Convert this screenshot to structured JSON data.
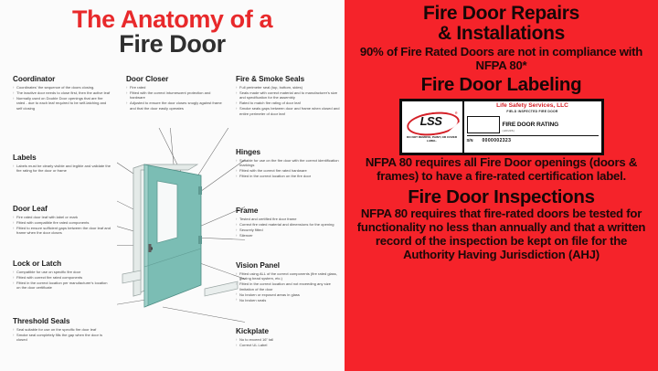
{
  "left": {
    "title": {
      "line1": "The Anatomy of a",
      "line2": "Fire Door"
    },
    "accent_red": "#e8292b",
    "dark": "#2f2f2f",
    "blocks": [
      {
        "id": "coordinator",
        "heading": "Coordinator",
        "items": [
          "Coordinates' the sequence of the doors closing.",
          "The inactive door needs to close first, then the active leaf",
          "Normally used on Double Door openings that are fire rated - due to each leaf required to be self-latching and self closing"
        ]
      },
      {
        "id": "labels",
        "heading": "Labels",
        "items": [
          "Labels must be clearly visible and legible and validate the fire rating for the door or frame"
        ]
      },
      {
        "id": "door-leaf",
        "heading": "Door Leaf",
        "items": [
          "Fire rated door leaf with label or mark",
          "Fitted with compatible fire rated components",
          "Fitted to ensure sufficient gaps between the door leaf and frame when the door closes"
        ]
      },
      {
        "id": "lock-or-latch",
        "heading": "Lock or Latch",
        "items": [
          "Compatible for use on specific fire door",
          "Fitted with correct fire rated components",
          "Fitted in the correct location per manufacturer's location on the door certificate"
        ]
      },
      {
        "id": "threshold-seals",
        "heading": "Threshold Seals",
        "items": [
          "Seal suitable for use on the specific fire door leaf",
          "Smoke seal completely fills the gap when the door is closed"
        ]
      },
      {
        "id": "door-closer",
        "heading": "Door Closer",
        "items": [
          "Fire rated",
          "Fitted with the correct intumescent protection and hardware",
          "Adjusted to ensure the door closes snugly against frame and that the door easily operates"
        ]
      },
      {
        "id": "fire-smoke-seals",
        "heading": "Fire & Smoke Seals",
        "items": [
          "Full perimeter seal (top, bottom, sides)",
          "Seals made with correct material and to manufacturer's size and specification for the assembly",
          "Rated to match fire rating of door leaf",
          "Smoke seals gaps between door and frame when closed and entire perimeter of door leaf"
        ]
      },
      {
        "id": "hinges",
        "heading": "Hinges",
        "items": [
          "Suitable for use on the fire door with the correct identification markings",
          "Fitted with the correct fire rated hardware",
          "Fitted in the correct location on the fire door"
        ]
      },
      {
        "id": "frame",
        "heading": "Frame",
        "items": [
          "Tested and certified fire door frame",
          "Correct fire rated material and dimensions for the opening",
          "Securely fitted",
          "Silencer"
        ]
      },
      {
        "id": "vision-panel",
        "heading": "Vision Panel",
        "items": [
          "Fitted using ALL of the correct components (fire rated glass, glazing bead system, etc.)",
          "Fitted in the correct location and not exceeding any size limitation of the door",
          "No broken or exposed areas in glass",
          "No broken seals"
        ]
      },
      {
        "id": "kickplate",
        "heading": "Kickplate",
        "items": [
          "No to exceed 16\" tall",
          "Correct UL Label"
        ]
      }
    ],
    "diagram": {
      "door_color": "#7bbdb4",
      "frame_color": "#e4eae8",
      "glass_color": "#f7f9f9"
    }
  },
  "right": {
    "background": "#f5232a",
    "text_color": "#170707",
    "section1": {
      "heading_line1": "Fire Door Repairs",
      "heading_line2": "& Installations",
      "body": "90% of Fire Rated Doors are not in compliance with NFPA 80*"
    },
    "section2": {
      "heading": "Fire Door Labeling",
      "body": "NFPA 80 requires all Fire Door openings (doors & frames) to have a fire-rated certification label."
    },
    "label_card": {
      "logo_text": "LSS",
      "logo_mark": "®",
      "warning": "DO NOT REMOVE, PAINT, OR COVER LABEL.",
      "company": "Life Safety Services, LLC",
      "subtitle": "FIELD INSPECTED FIRE DOOR",
      "rating_label": "FIRE DOOR RATING",
      "rating_note": "(HOURS)",
      "rating_value": "",
      "sn_label": "S/N",
      "sn_value": "0000002323",
      "logo_red": "#d42027"
    },
    "section3": {
      "heading": "Fire Door Inspections",
      "body": "NFPA 80 requires that fire-rated doors be tested for functionality no less than annually and that a written record of the inspection be kept on file for the Authority Having Jurisdiction (AHJ)"
    }
  }
}
